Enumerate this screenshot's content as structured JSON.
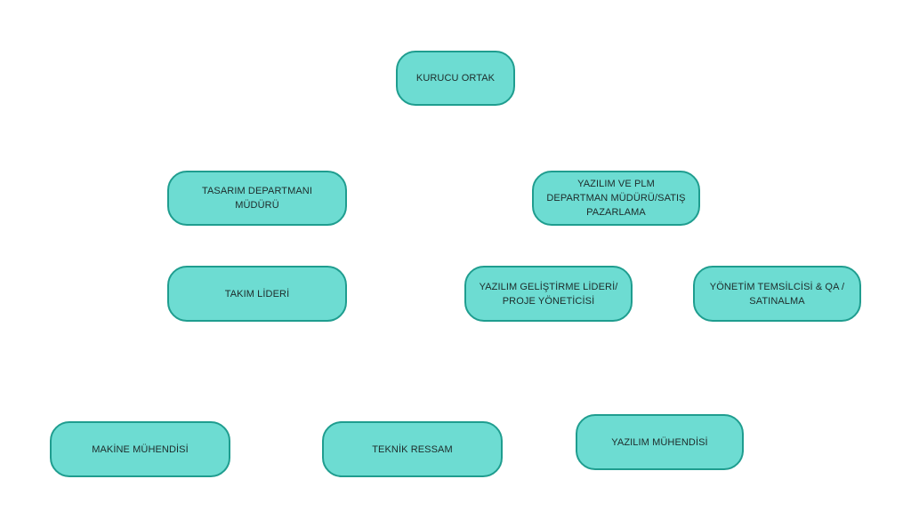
{
  "org_chart": {
    "nodes": {
      "kurucu_ortak": "KURUCU ORTAK",
      "tasarim_departmani": "TASARIM DEPARTMANI MÜDÜRÜ",
      "yazilim_plm": "YAZILIM VE PLM DEPARTMAN MÜDÜRÜ/SATIŞ PAZARLAMA",
      "takim_lideri": "TAKIM LİDERİ",
      "yazilim_gelistirme": "YAZILIM GELİŞTİRME LİDERİ/ PROJE YÖNETİCİSİ",
      "yonetim_temsilcisi": "YÖNETİM TEMSİLCİSİ & QA / SATINALMA",
      "makine_muhendisi": "MAKİNE MÜHENDİSİ",
      "teknik_ressam": "TEKNİK RESSAM",
      "yazilim_muhendisi": "YAZILIM MÜHENDİSİ"
    },
    "colors": {
      "node_fill": "#6ddcd2",
      "node_border": "#1f9d8f",
      "text": "#1d2b2a",
      "background": "#ffffff"
    }
  }
}
